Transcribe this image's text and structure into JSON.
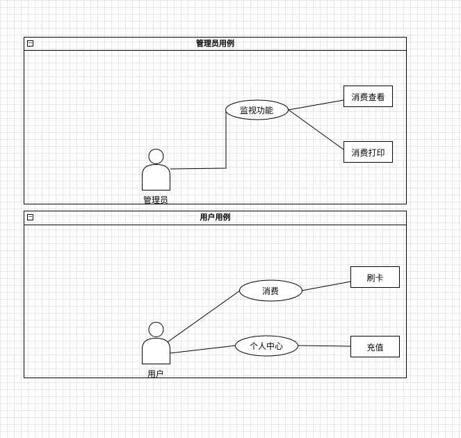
{
  "frames": [
    {
      "title": "管理员用例",
      "actor": "管理员",
      "usecases": [
        "监视功能"
      ],
      "boxes": [
        "消费查看",
        "消费打印"
      ]
    },
    {
      "title": "用户用例",
      "actor": "用户",
      "usecases": [
        "消费",
        "个人中心"
      ],
      "boxes": [
        "刷卡",
        "充值"
      ]
    }
  ],
  "colors": {
    "stroke": "#000000",
    "grid": "#e6e6e6",
    "fill": "#ffffff"
  }
}
